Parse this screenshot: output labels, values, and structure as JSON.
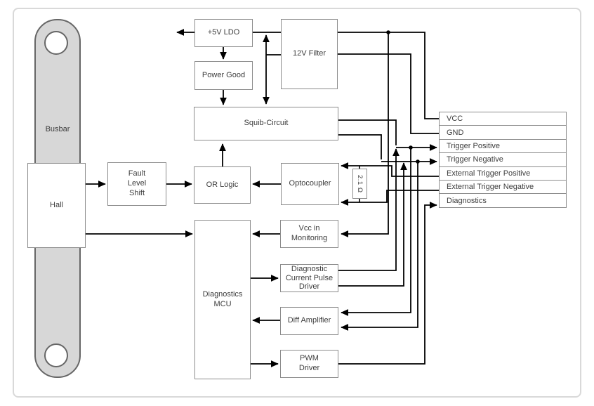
{
  "diagram": {
    "blocks": {
      "busbar": "Busbar",
      "hall": "Hall",
      "fault_level_shift": "Fault Level Shift",
      "or_logic": "OR Logic",
      "ldo": "+5V LDO",
      "power_good": "Power Good",
      "squib": "Squib-Circuit",
      "filter_12v": "12V Filter",
      "optocoupler": "Optocoupler",
      "mcu": "Diagnostics MCU",
      "vcc_in_monitoring": "Vcc in Monitoring",
      "diag_current_pulse_driver": "Diagnostic Current Pulse Driver",
      "diff_amplifier": "Diff Amplifier",
      "pwm_driver": "PWM Driver"
    },
    "resistor": {
      "value": "2.1 Ω"
    },
    "connector": {
      "pins": [
        "VCC",
        "GND",
        "Trigger Positive",
        "Trigger Negative",
        "External Trigger Positive",
        "External Trigger Negative",
        "Diagnostics"
      ]
    },
    "edges": [
      {
        "from": "+5V LDO",
        "to": "external-left",
        "arrow": true
      },
      {
        "from": "+5V LDO",
        "to": "Power Good",
        "arrow": true
      },
      {
        "from": "Power Good",
        "to": "Squib-Circuit",
        "arrow": true
      },
      {
        "from": "+5V LDO",
        "to": "12V Filter",
        "arrow": false
      },
      {
        "from": "12V Filter",
        "to": "Squib-Circuit",
        "bidirectional": true
      },
      {
        "from": "12V Filter",
        "to": "VCC",
        "arrow": false
      },
      {
        "from": "12V Filter",
        "to": "GND",
        "arrow": false
      },
      {
        "from": "12V Filter",
        "to": "Vcc in Monitoring",
        "arrow": true
      },
      {
        "from": "Hall",
        "to": "Fault Level Shift",
        "arrow": true
      },
      {
        "from": "Fault Level Shift",
        "to": "OR Logic",
        "arrow": true
      },
      {
        "from": "Optocoupler",
        "to": "OR Logic",
        "arrow": true
      },
      {
        "from": "OR Logic",
        "to": "Squib-Circuit",
        "arrow": true
      },
      {
        "from": "Squib-Circuit",
        "to": "Trigger Positive",
        "arrow": true
      },
      {
        "from": "Squib-Circuit",
        "to": "Trigger Negative",
        "arrow": true
      },
      {
        "from": "Diagnostic Current Pulse Driver",
        "to": "Trigger Positive",
        "arrow": true
      },
      {
        "from": "Diagnostic Current Pulse Driver",
        "to": "Trigger Negative",
        "arrow": true
      },
      {
        "from": "Trigger Positive",
        "to": "Diff Amplifier",
        "arrow": true
      },
      {
        "from": "Trigger Negative",
        "to": "Diff Amplifier",
        "arrow": true
      },
      {
        "from": "External Trigger Positive",
        "to": "Optocoupler",
        "arrow": true
      },
      {
        "from": "External Trigger Negative",
        "to": "Optocoupler",
        "arrow": true
      },
      {
        "from": "Hall",
        "to": "Diagnostics MCU",
        "arrow": true
      },
      {
        "from": "Vcc in Monitoring",
        "to": "Diagnostics MCU",
        "arrow": true
      },
      {
        "from": "Diagnostics MCU",
        "to": "Diagnostic Current Pulse Driver",
        "arrow": true
      },
      {
        "from": "Diff Amplifier",
        "to": "Diagnostics MCU",
        "arrow": true
      },
      {
        "from": "Diagnostics MCU",
        "to": "PWM Driver",
        "arrow": true
      },
      {
        "from": "PWM Driver",
        "to": "Diagnostics",
        "arrow": true
      }
    ],
    "colors": {
      "wire": "#000000",
      "box_border": "#8c8c8c",
      "busbar_fill": "#d7d7d7",
      "busbar_stroke": "#666666",
      "frame_border": "#d9d9d9",
      "text": "#3c3c3c"
    }
  }
}
